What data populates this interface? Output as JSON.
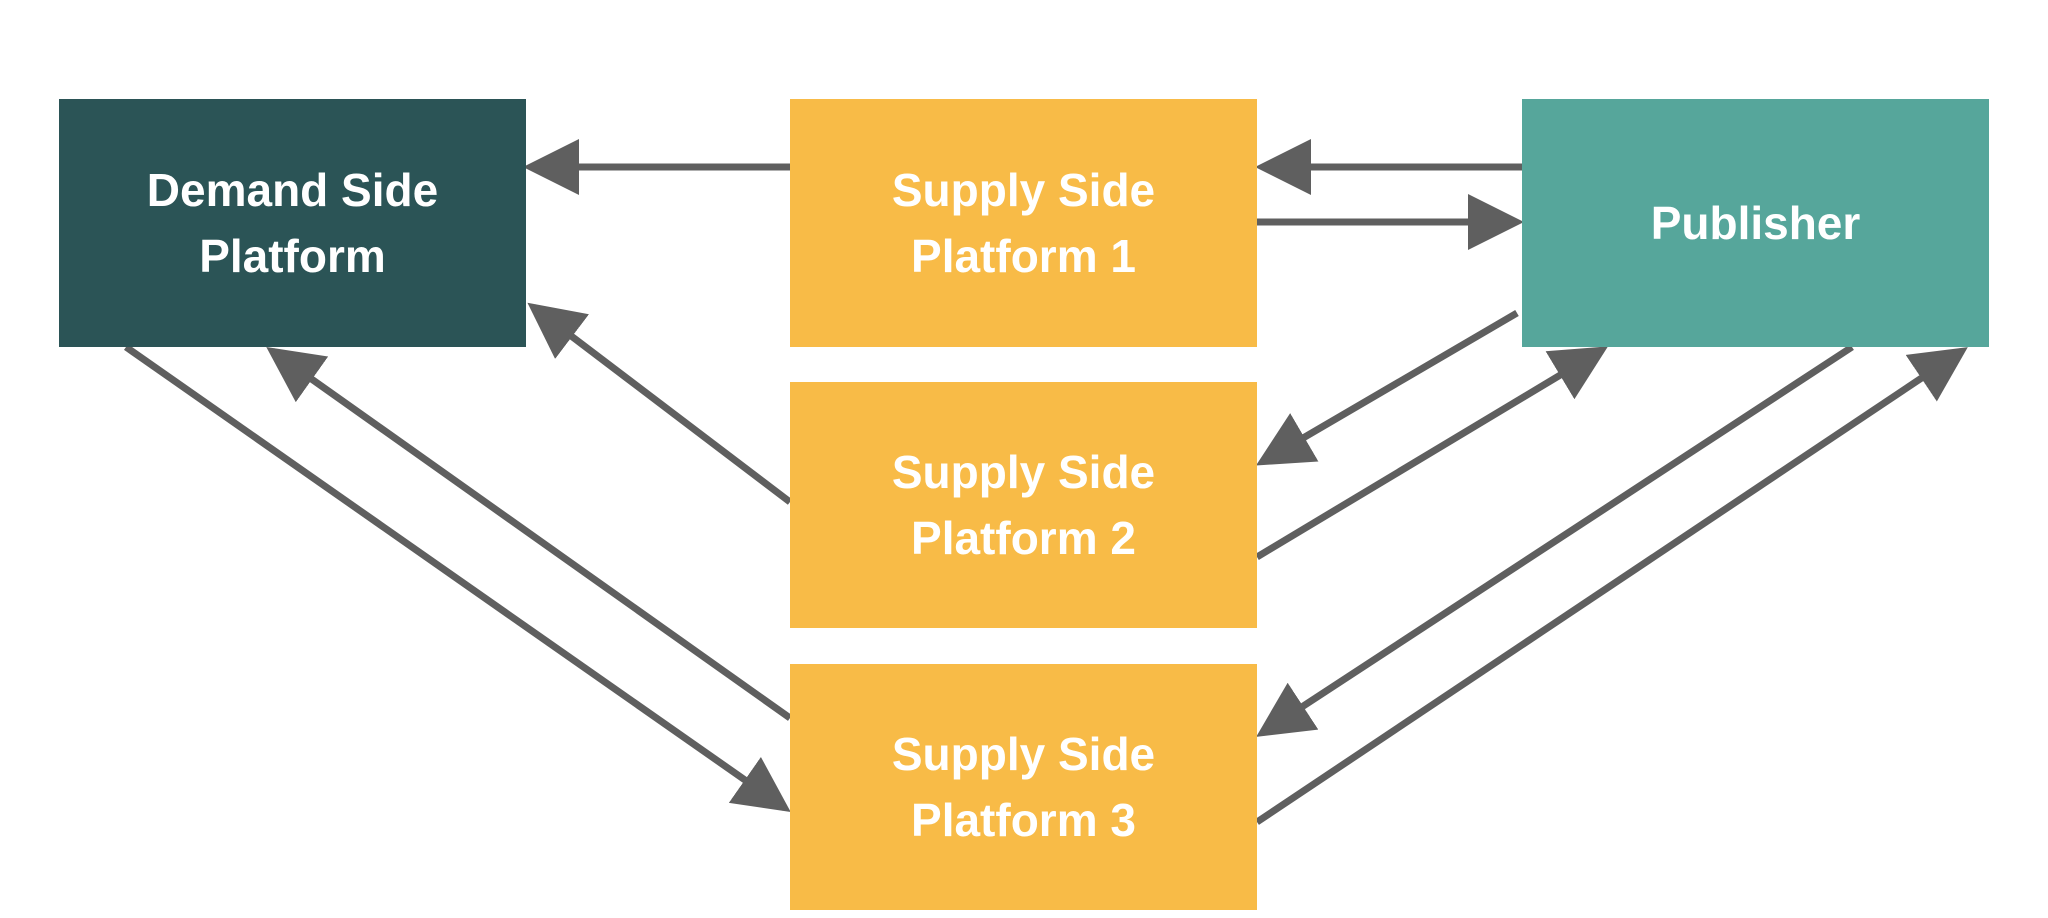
{
  "colors": {
    "demand_side_platform": "#2b5456",
    "supply_side_platform": "#f8bb47",
    "publisher": "#56a69b",
    "arrow": "#5f5f5f",
    "background": "#ffffff"
  },
  "nodes": {
    "dsp": {
      "label": "Demand Side\nPlatform"
    },
    "ssp1": {
      "label": "Supply Side\nPlatform 1"
    },
    "ssp2": {
      "label": "Supply Side\nPlatform 2"
    },
    "ssp3": {
      "label": "Supply Side\nPlatform 3"
    },
    "publisher": {
      "label": "Publisher"
    }
  },
  "edges": [
    {
      "from": "ssp1",
      "to": "dsp"
    },
    {
      "from": "publisher",
      "to": "ssp1"
    },
    {
      "from": "ssp1",
      "to": "publisher"
    },
    {
      "from": "ssp2",
      "to": "dsp"
    },
    {
      "from": "publisher",
      "to": "ssp2"
    },
    {
      "from": "ssp2",
      "to": "publisher"
    },
    {
      "from": "dsp",
      "to": "ssp3"
    },
    {
      "from": "ssp3",
      "to": "dsp"
    },
    {
      "from": "publisher",
      "to": "ssp3"
    },
    {
      "from": "ssp3",
      "to": "publisher"
    }
  ]
}
